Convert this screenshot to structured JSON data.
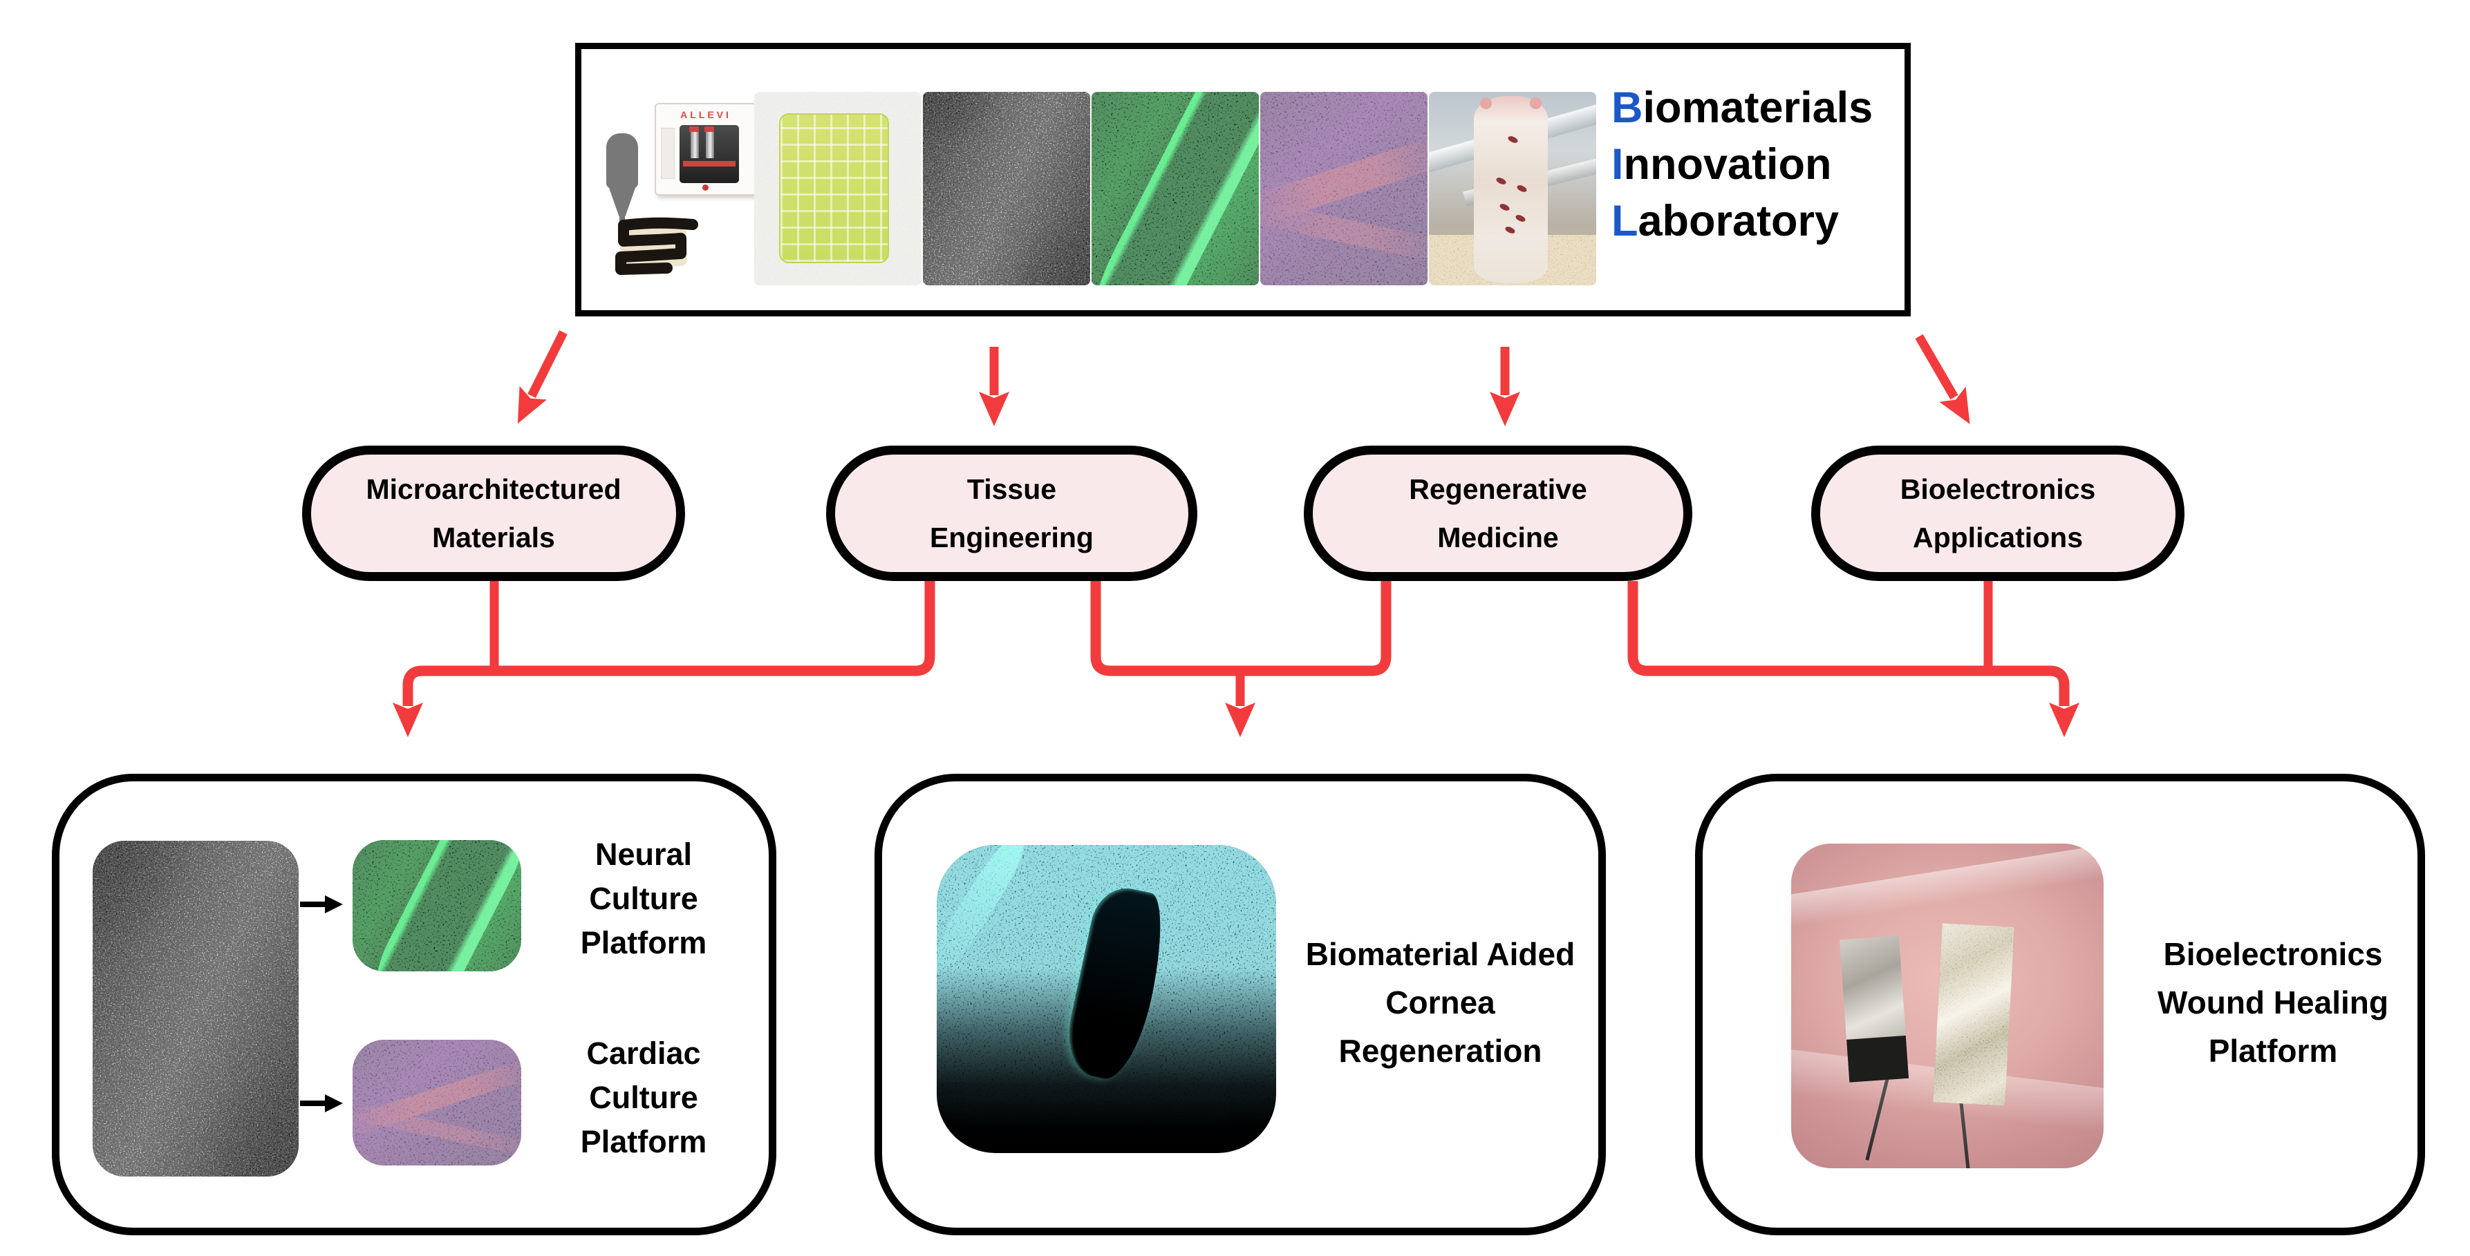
{
  "colors": {
    "accent_red": "#F23B3C",
    "brand_blue": "#1B57C7",
    "pill_fill": "#FAE9EA",
    "outline_black": "#000000"
  },
  "header": {
    "title_lines": [
      {
        "first": "B",
        "rest": "iomaterials"
      },
      {
        "first": "I",
        "rest": "nnovation"
      },
      {
        "first": "L",
        "rest": "aboratory"
      }
    ],
    "printer_brand": "ALLEVI",
    "photos": [
      "bioprinted-scaffold-photo",
      "sem-porous-scaffold-photo",
      "neural-fluorescence-photo",
      "cardiac-fluorescence-photo",
      "rat-model-photo"
    ]
  },
  "branches": [
    {
      "line1": "Microarchitectured",
      "line2": "Materials"
    },
    {
      "line1": "Tissue",
      "line2": "Engineering"
    },
    {
      "line1": "Regenerative",
      "line2": "Medicine"
    },
    {
      "line1": "Bioelectronics",
      "line2": "Applications"
    }
  ],
  "platforms": {
    "neural": {
      "line1": "Neural",
      "line2": "Culture",
      "line3": "Platform"
    },
    "cardiac": {
      "line1": "Cardiac",
      "line2": "Culture",
      "line3": "Platform"
    },
    "cornea": {
      "line1": "Biomaterial Aided",
      "line2": "Cornea",
      "line3": "Regeneration"
    },
    "wound": {
      "line1": "Bioelectronics",
      "line2": "Wound Healing",
      "line3": "Platform"
    }
  }
}
